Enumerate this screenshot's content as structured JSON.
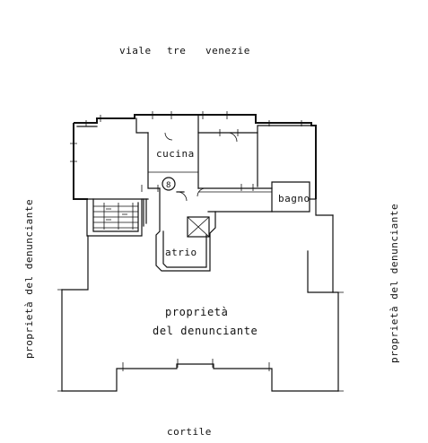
{
  "labels": {
    "street": [
      "viale",
      "tre",
      "venezie"
    ],
    "courtyard": "cortile",
    "kitchen": "cucina",
    "bathroom": "bagno",
    "entrance": "atrio",
    "unit_number": "8",
    "owner_left": "proprietà del denunciante",
    "owner_right": "proprietà del denunciante",
    "owner_center_line1": "proprietà",
    "owner_center_line2": "del denunciante"
  }
}
